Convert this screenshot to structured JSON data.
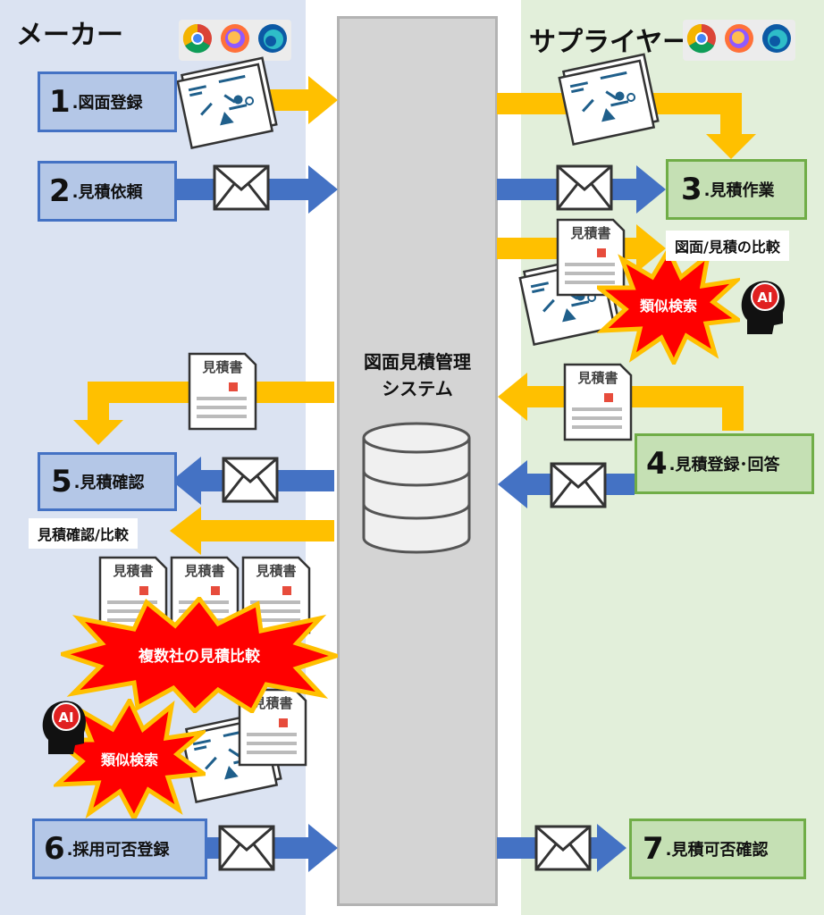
{
  "maker": {
    "title": "メーカー"
  },
  "supplier": {
    "title": "サプライヤー"
  },
  "system": {
    "line1": "図面見積管理",
    "line2": "システム"
  },
  "steps": [
    {
      "num": "1",
      "label": ".図面登録"
    },
    {
      "num": "2",
      "label": ".見積依頼"
    },
    {
      "num": "3",
      "label": ".見積作業"
    },
    {
      "num": "4",
      "label": ".見積登録･回答"
    },
    {
      "num": "5",
      "label": ".見積確認"
    },
    {
      "num": "6",
      "label": ".採用可否登録"
    },
    {
      "num": "7",
      "label": ".見積可否確認"
    }
  ],
  "notes": {
    "drawing_compare": "図面/見積の比較",
    "quote_confirm": "見積確認/比較"
  },
  "bursts": {
    "similar_search": "類似検索",
    "multi_compare": "複数社の見積比較"
  },
  "quote_doc_label": "見積書",
  "ai_label": "AI",
  "browser_icons": [
    "chrome-icon",
    "firefox-icon",
    "edge-icon"
  ],
  "colors": {
    "blue_arrow": "#4472c4",
    "orange_arrow": "#ffc000",
    "burst": "#ff0000"
  }
}
